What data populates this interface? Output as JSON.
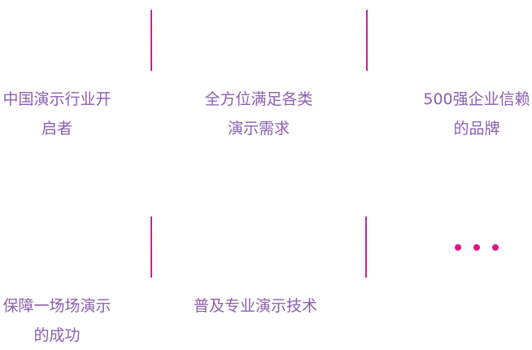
{
  "features": {
    "row1": [
      "中国演示行业开\n启者",
      "全方位满足各类\n演示需求",
      "500强企业信赖\n的品牌"
    ],
    "row2": [
      "保障一场场演示\n的成功",
      "普及专业演示技术"
    ]
  },
  "colors": {
    "text": "#8a5fb0",
    "accent": "#e01589"
  },
  "icons": {
    "more": "ellipsis-icon"
  }
}
